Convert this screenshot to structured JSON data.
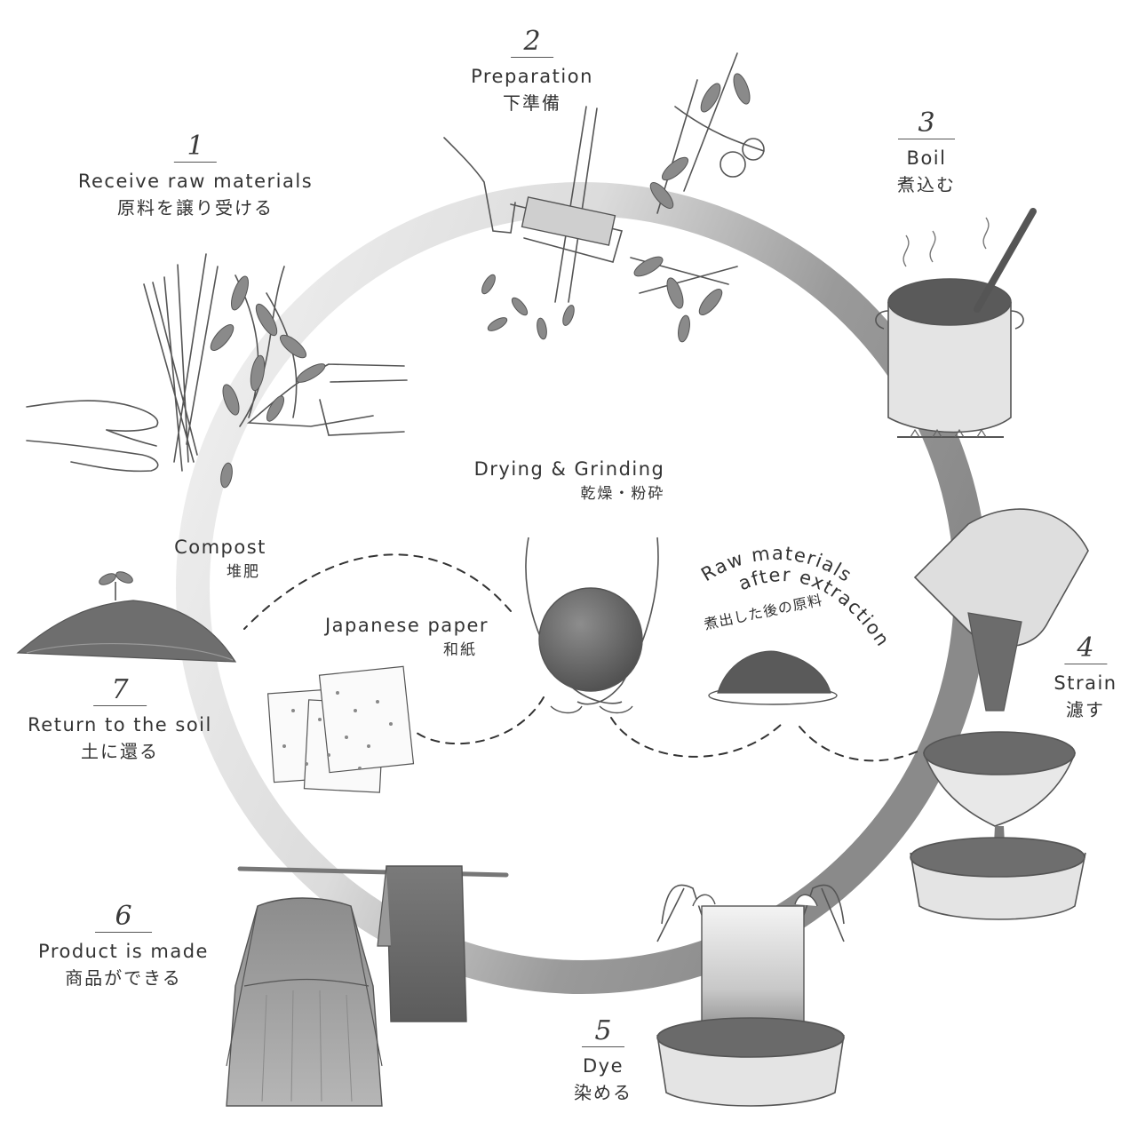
{
  "steps": [
    {
      "num": "1",
      "en": "Receive raw materials",
      "jp": "原料を譲り受ける"
    },
    {
      "num": "2",
      "en": "Preparation",
      "jp": "下準備"
    },
    {
      "num": "3",
      "en": "Boil",
      "jp": "煮込む"
    },
    {
      "num": "4",
      "en": "Strain",
      "jp": "濾す"
    },
    {
      "num": "5",
      "en": "Dye",
      "jp": "染める"
    },
    {
      "num": "6",
      "en": "Product is made",
      "jp": "商品ができる"
    },
    {
      "num": "7",
      "en": "Return to the soil",
      "jp": "土に還る"
    }
  ],
  "center": {
    "drying": {
      "en": "Drying & Grinding",
      "jp": "乾燥・粉砕"
    },
    "compost": {
      "en": "Compost",
      "jp": "堆肥"
    },
    "paper": {
      "en": "Japanese paper",
      "jp": "和紙"
    },
    "raw_after": {
      "en_line1": "Raw materials",
      "en_line2": "after extraction",
      "jp": "煮出した後の原料"
    }
  },
  "colors": {
    "ring_light": "#ededed",
    "ring_dark": "#8f8f8f",
    "sketch": "#555555",
    "shade": "#7a7a7a"
  }
}
